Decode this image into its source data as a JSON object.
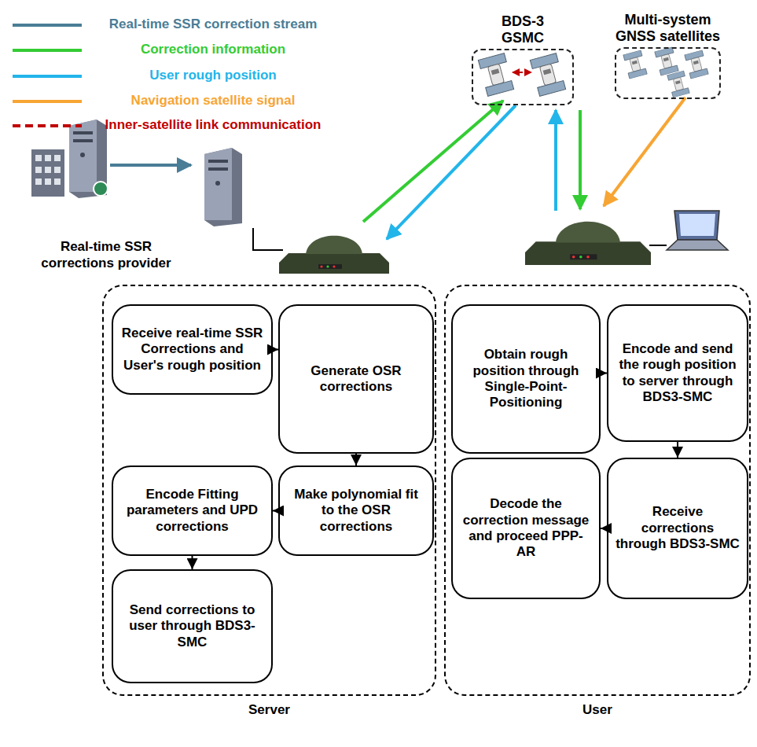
{
  "diagram": {
    "nodes": [
      {
        "text": [
          "BDS-3 GSMC"
        ]
      },
      {
        "text": [
          "Multi-system GNSS satellites"
        ]
      },
      {
        "text": [
          "Real-time SSR corrections provider"
        ]
      },
      {
        "text": [
          "Server"
        ]
      },
      {
        "text": [
          "Receive real-time SSR Corrections and User's rough position"
        ],
        "in": 3
      },
      {
        "text": [
          "Generate OSR corrections"
        ],
        "in": 3
      },
      {
        "text": [
          "Make polynomial fit to the OSR corrections"
        ],
        "in": 3
      },
      {
        "text": [
          "Encode Fitting parameters and UPD corrections"
        ],
        "in": 3
      },
      {
        "text": [
          "Send corrections to user through BDS3-SMC"
        ],
        "in": 3
      },
      {
        "text": [
          "User"
        ]
      },
      {
        "text": [
          "Obtain rough position through Single-Point-Positioning"
        ],
        "in": 9
      },
      {
        "text": [
          "Encode and send the rough position to server through BDS3-SMC"
        ],
        "in": 9
      },
      {
        "text": [
          "Receive corrections through BDS3-SMC"
        ],
        "in": 9
      },
      {
        "text": [
          "Decode the correction message and proceed PPP-AR"
        ],
        "in": 9
      }
    ],
    "edges": [
      {
        "from": 4,
        "to": 5,
        "arrow": "to"
      },
      {
        "from": 5,
        "to": 6,
        "arrow": "to"
      },
      {
        "from": 6,
        "to": 7,
        "arrow": "to"
      },
      {
        "from": 7,
        "to": 8,
        "arrow": "to"
      },
      {
        "from": 10,
        "to": 11,
        "arrow": "to"
      },
      {
        "from": 11,
        "to": 12,
        "arrow": "to"
      },
      {
        "from": 12,
        "to": 13,
        "arrow": "to"
      }
    ],
    "legend": [
      {
        "text": "Real-time SSR correction stream",
        "color": "#4a7d96"
      },
      {
        "text": "Correction information",
        "color": "#33cc33"
      },
      {
        "text": "User rough position",
        "color": "#22b5ea"
      },
      {
        "text": "Navigation satellite signal",
        "color": "#f7a534"
      },
      {
        "text": "Inner-satellite link communication",
        "color": "#c00000"
      }
    ]
  }
}
